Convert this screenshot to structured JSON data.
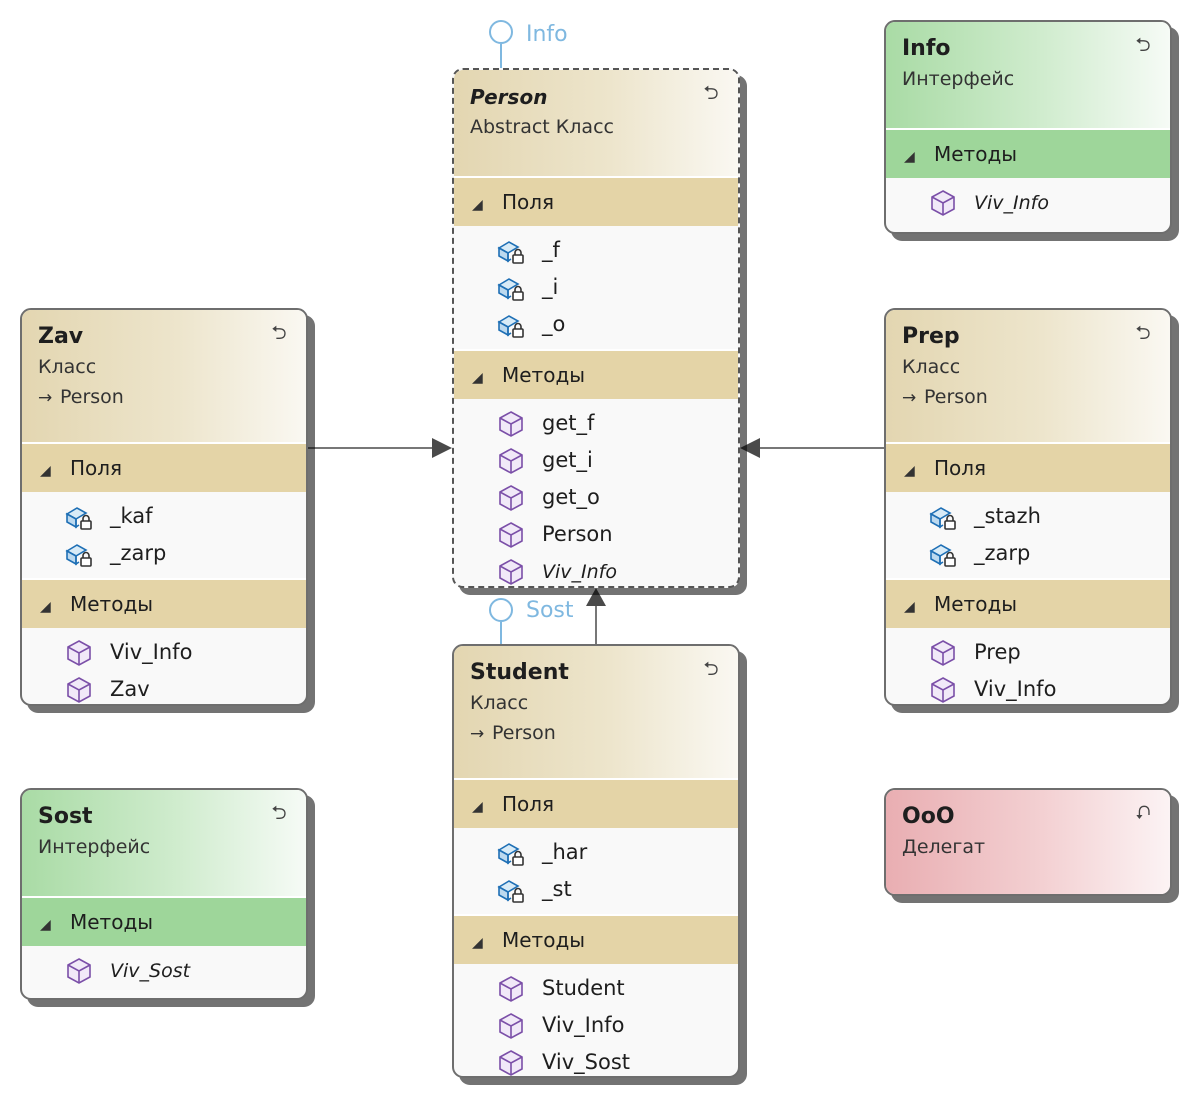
{
  "lollipops": {
    "person_iface": "Info",
    "student_iface": "Sost"
  },
  "boxes": {
    "person": {
      "title": "Person",
      "kind": "Abstract Класс",
      "fields_header": "Поля",
      "fields": [
        "_f",
        "_i",
        "_o"
      ],
      "methods_header": "Методы",
      "methods": [
        "get_f",
        "get_i",
        "get_o",
        "Person",
        "Viv_Info"
      ]
    },
    "info": {
      "title": "Info",
      "kind": "Интерфейс",
      "methods_header": "Методы",
      "methods": [
        "Viv_Info"
      ]
    },
    "zav": {
      "title": "Zav",
      "kind": "Класс",
      "base": "Person",
      "fields_header": "Поля",
      "fields": [
        "_kaf",
        "_zarp"
      ],
      "methods_header": "Методы",
      "methods": [
        "Viv_Info",
        "Zav"
      ]
    },
    "prep": {
      "title": "Prep",
      "kind": "Класс",
      "base": "Person",
      "fields_header": "Поля",
      "fields": [
        "_stazh",
        "_zarp"
      ],
      "methods_header": "Методы",
      "methods": [
        "Prep",
        "Viv_Info"
      ]
    },
    "sost": {
      "title": "Sost",
      "kind": "Интерфейс",
      "methods_header": "Методы",
      "methods": [
        "Viv_Sost"
      ]
    },
    "student": {
      "title": "Student",
      "kind": "Класс",
      "base": "Person",
      "fields_header": "Поля",
      "fields": [
        "_har",
        "_st"
      ],
      "methods_header": "Методы",
      "methods": [
        "Student",
        "Viv_Info",
        "Viv_Sost"
      ]
    },
    "ooo": {
      "title": "OoO",
      "kind": "Делегат"
    }
  },
  "icons": {
    "field": "field-lock-icon",
    "method": "method-cube-icon"
  },
  "colors": {
    "class_header": "#e3d6b1",
    "class_section": "#e4d4a7",
    "iface_header": "#a9dba5",
    "iface_section": "#9ed69a",
    "delegate_header": "#e9aeb2",
    "lollipop": "#7fb8e0"
  }
}
